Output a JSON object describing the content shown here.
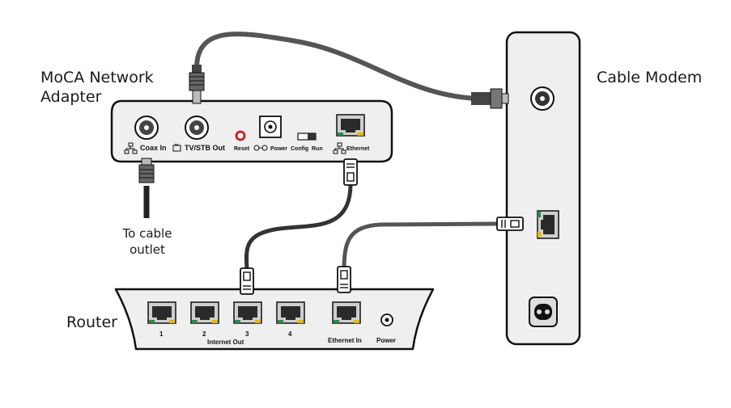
{
  "labels": {
    "moca_line1": "MoCA Network",
    "moca_line2": "Adapter",
    "cable_modem": "Cable Modem",
    "to_cable_line1": "To cable",
    "to_cable_line2": "outlet",
    "router": "Router"
  },
  "moca_ports": {
    "coax_in": "Coax In",
    "tv_stb_out": "TV/STB Out",
    "reset": "Reset",
    "power": "Power",
    "config": "Config",
    "run": "Run",
    "ethernet": "Ethernet"
  },
  "router_ports": {
    "p1": "1",
    "p2": "2",
    "p3": "3",
    "p4": "4",
    "internet_out": "Internet Out",
    "ethernet_in": "Ethernet In",
    "power": "Power"
  },
  "colors": {
    "device_fill": "#efefef",
    "outline": "#111111",
    "cable": "#555555",
    "led_green": "#2a8c4a",
    "led_yellow": "#e6b800",
    "reset_red": "#c0282d"
  }
}
